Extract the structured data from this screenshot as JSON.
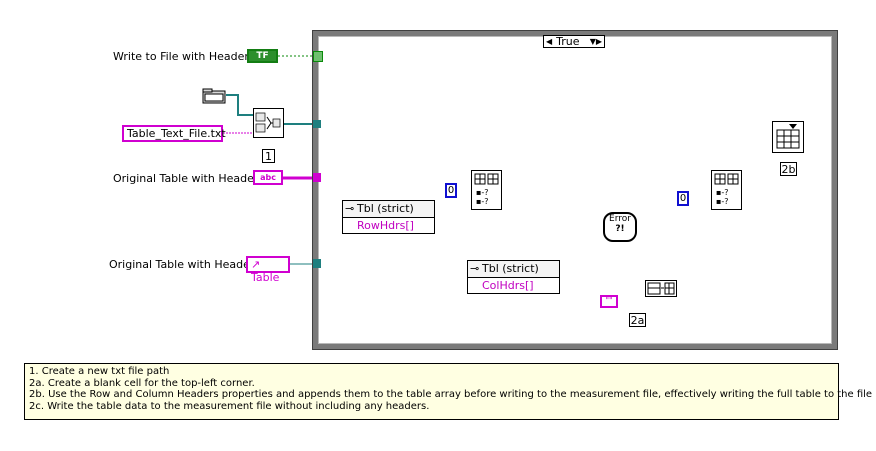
{
  "case_structure": {
    "selector_value": "True"
  },
  "labels": {
    "write_to_file": "Write to File with Headers?",
    "original_table_1": "Original Table with Headers",
    "original_table_2": "Original Table with Headers"
  },
  "controls": {
    "bool_text": "TF",
    "path_constant": "Table_Text_File.txt",
    "string_ctrl_text": "abc",
    "table_ref_text": "Table",
    "num_const_1": "0",
    "num_const_2": "0",
    "empty_string": "\"\""
  },
  "property_nodes": {
    "row": {
      "class": "Tbl (strict)",
      "property": "RowHdrs[]"
    },
    "col": {
      "class": "Tbl (strict)",
      "property": "ColHdrs[]"
    }
  },
  "tags": {
    "t1": "1",
    "t2a": "2a",
    "t2b": "2b"
  },
  "error_text": "Error",
  "notes": [
    "1. Create a new txt file path",
    "2a. Create a blank cell for the top-left corner.",
    "2b. Use the Row and Column Headers properties and appends them to the table array before writing to the measurement file, effectively writing the full table to the file",
    "2c. Write the table data to the measurement file without including any headers."
  ],
  "colors": {
    "wire_path": "#1e7f7f",
    "wire_string": "#d000d0",
    "wire_bool": "#0a8a0a",
    "wire_error": "#c8b400",
    "wire_ref": "#1e7f7f"
  }
}
